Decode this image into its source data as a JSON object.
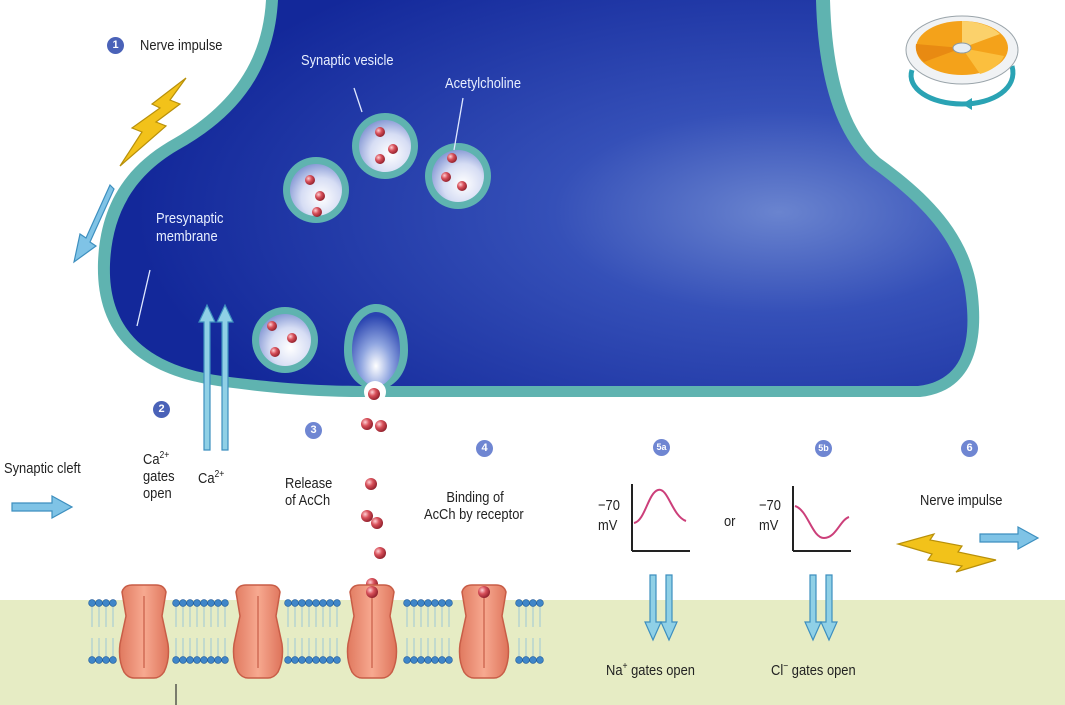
{
  "steps": {
    "s1": "1",
    "s2": "2",
    "s3": "3",
    "s4": "4",
    "s5a": "5a",
    "s5b": "5b",
    "s6": "6"
  },
  "labels": {
    "nerve_impulse_top": "Nerve impulse",
    "synaptic_vesicle": "Synaptic vesicle",
    "acetylcholine": "Acetylcholine",
    "presynaptic_line1": "Presynaptic",
    "presynaptic_line2": "membrane",
    "synaptic_cleft": "Synaptic cleft",
    "ca_gates_ion": "Ca",
    "ca_gates_sup": "2+",
    "ca_gates_line2": "gates",
    "ca_gates_line3": "open",
    "ca_ion": "Ca",
    "ca_ion_sup": "2+",
    "release_line1": "Release",
    "release_line2": "of AcCh",
    "binding_line1": "Binding of",
    "binding_line2": "AcCh by receptor",
    "graph_value": "−70",
    "graph_unit": "mV",
    "or": "or",
    "na_ion": "Na",
    "na_sup": "+",
    "na_gates": " gates open",
    "cl_ion": "Cl",
    "cl_sup": "−",
    "cl_gates": " gates open",
    "nerve_impulse_right": "Nerve impulse"
  },
  "colors": {
    "terminal_blue": "#1f3aa8",
    "membrane_teal": "#5fb3b0",
    "postsynaptic_green": "#e6ecc4",
    "receptor_salmon": "#f0957c",
    "acetylcholine_red": "#c83a44",
    "arrow_blue": "#57a8d8",
    "lightning_yellow": "#f2c21a",
    "step_badge": "#4a62b8",
    "graph_curve": "#cc3f7a"
  },
  "icons": {
    "lightning": "lightning-bolt-icon",
    "logo": "disc-logo-icon"
  }
}
